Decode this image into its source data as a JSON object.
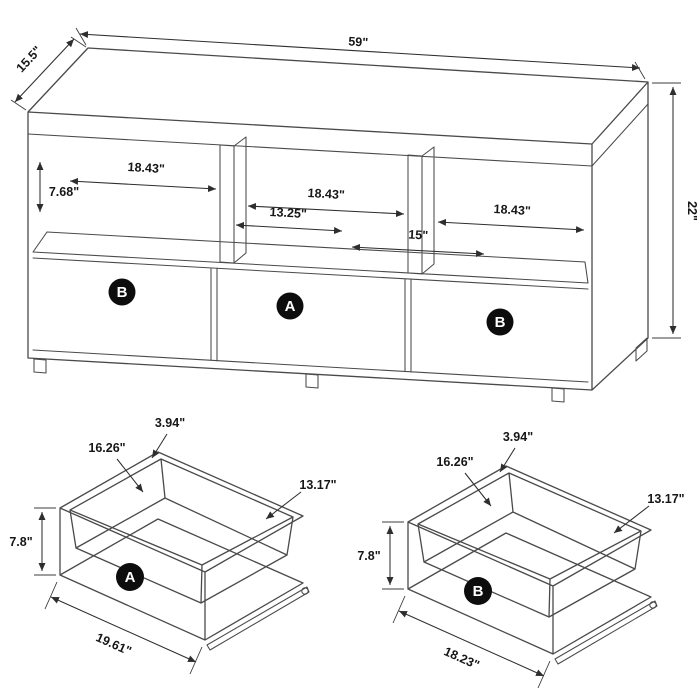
{
  "console": {
    "top_width": "59\"",
    "top_depth": "15.5\"",
    "height": "22\"",
    "opening_height": "7.68\"",
    "opening_widths": [
      "18.43\"",
      "18.43\"",
      "18.43\""
    ],
    "opening_depth_mid": "13.25\"",
    "opening_depth_right": "15\"",
    "drawer_badges": [
      "B",
      "A",
      "B"
    ]
  },
  "drawer_a": {
    "badge": "A",
    "back_height": "3.94\"",
    "inner_depth": "16.26\"",
    "inner_width": "13.17\"",
    "front_height": "7.8\"",
    "front_width": "19.61\""
  },
  "drawer_b": {
    "badge": "B",
    "back_height": "3.94\"",
    "inner_depth": "16.26\"",
    "inner_width": "13.17\"",
    "front_height": "7.8\"",
    "front_width": "18.23\""
  }
}
